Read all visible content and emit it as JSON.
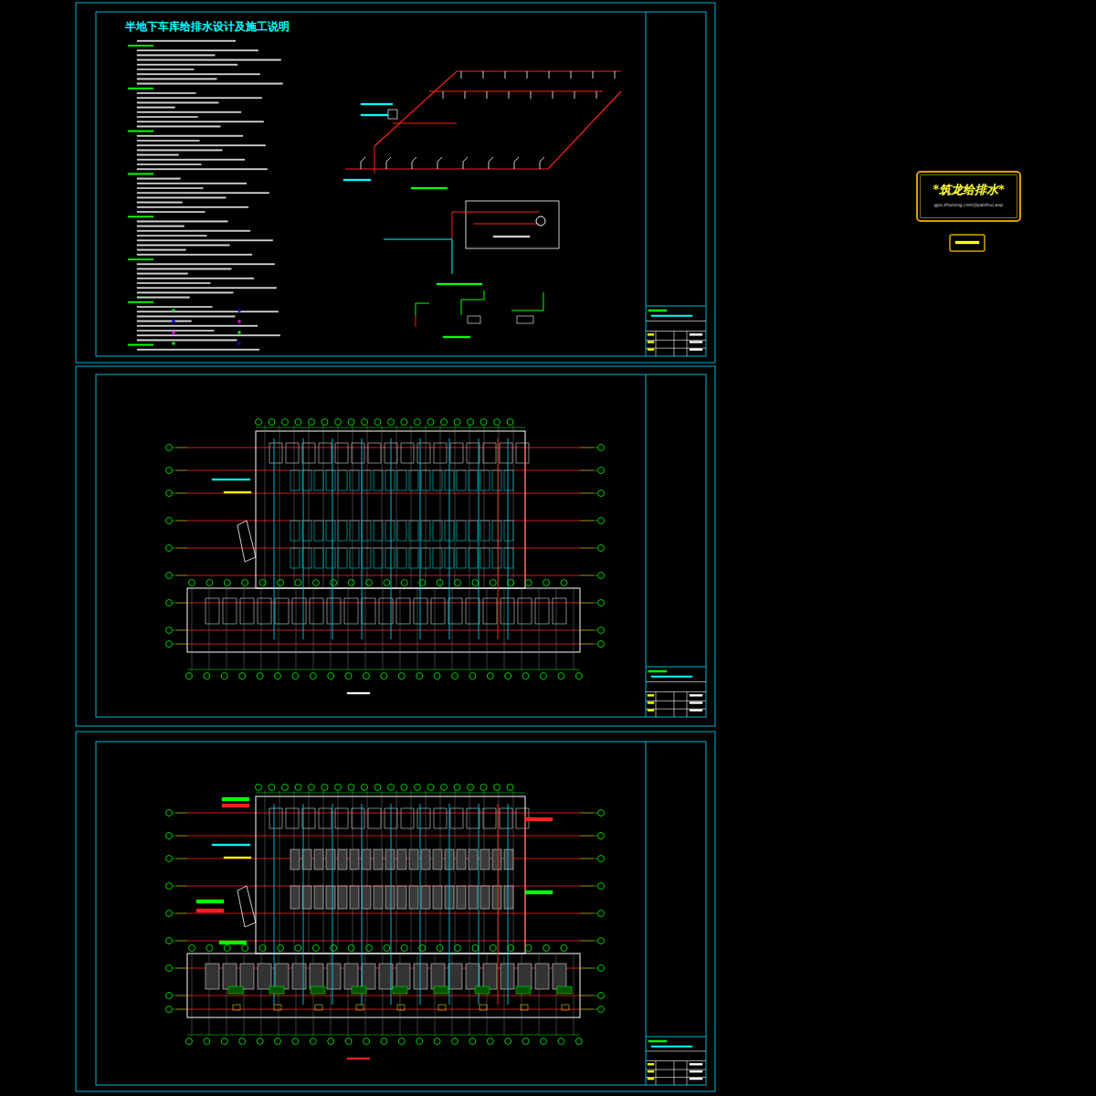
{
  "diagram": {
    "title": "半地下车库给排水设计及施工说明",
    "nodes": [
      {
        "text": [
          "*筑龙给排水*",
          "gps.zhulong.com/jipaishui.asp"
        ]
      }
    ]
  }
}
